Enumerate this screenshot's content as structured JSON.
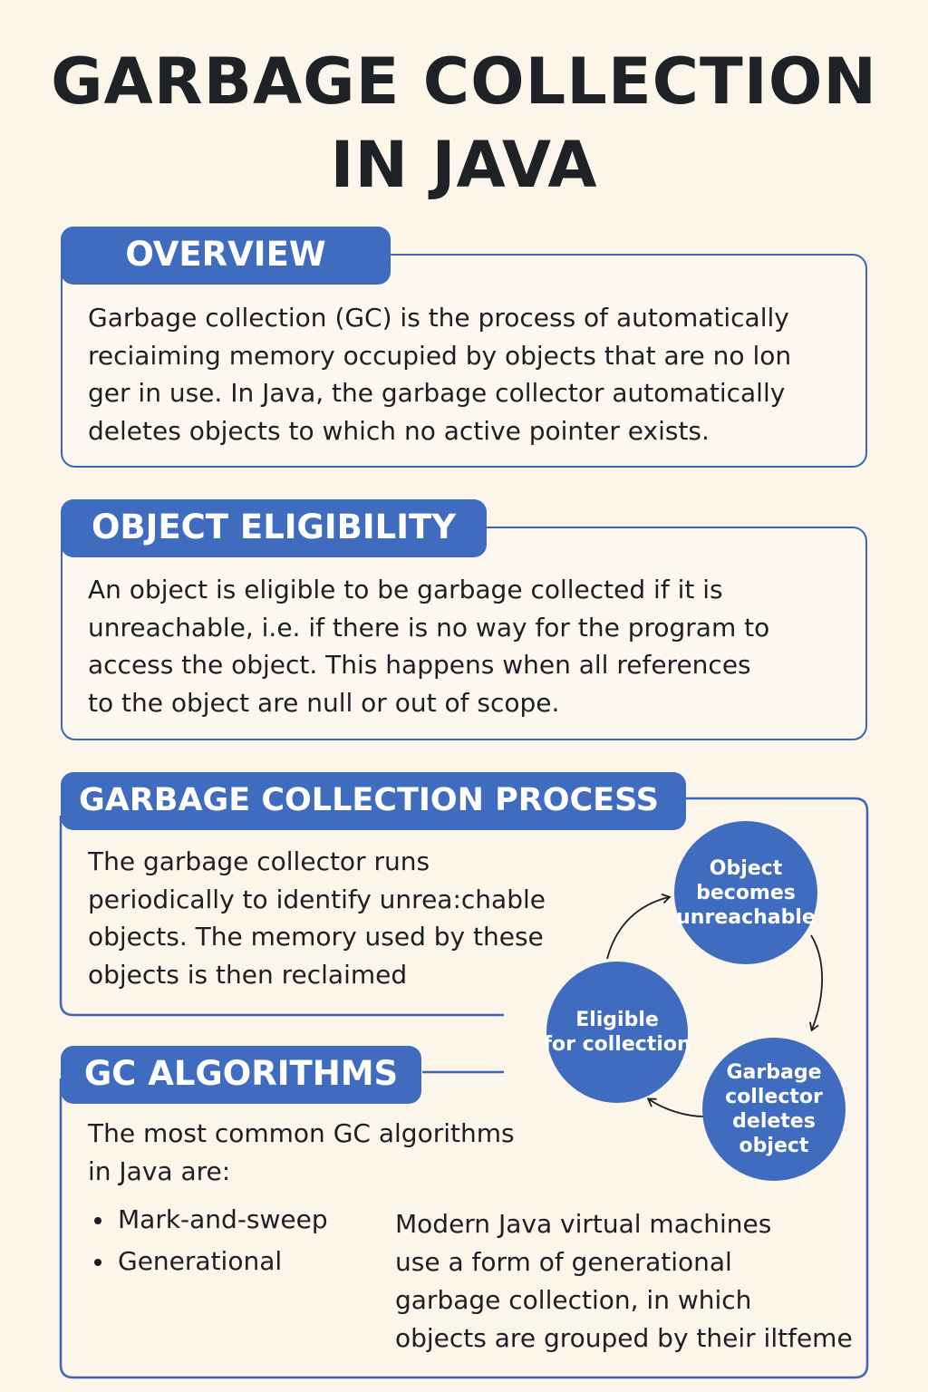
{
  "title": {
    "line1": "GARBAGE COLLECTION",
    "line2": "IN JAVA"
  },
  "overview": {
    "heading": "OVERVIEW",
    "lines": [
      "Garbage collection (GC) is the process of automatically",
      "reciaiming memory occupied by objects that are no lon",
      "ger in use. In Java, the garbage collector automatically",
      "deletes objects to which no active pointer exists."
    ]
  },
  "eligibility": {
    "heading": "OBJECT ELIGIBILITY",
    "lines": [
      "An object is eligible to be garbage collected if it is",
      "unreachable, i.e. if there is no way for the program to",
      "access the object. This happens when all references",
      "to the object are null or out of scope."
    ]
  },
  "process": {
    "heading": "GARBAGE COLLECTION PROCESS",
    "lines": [
      "The garbage collector runs",
      "periodically to identify unrea:chable",
      "objects. The memory used by these",
      "objects is then reclaimed"
    ]
  },
  "cycle": {
    "nodes": [
      {
        "lines": [
          "Object",
          "becomes",
          "unreachable"
        ]
      },
      {
        "lines": [
          "Garbage",
          "collector",
          "deletes",
          "object"
        ]
      },
      {
        "lines": [
          "Eligible",
          "for collection"
        ]
      }
    ]
  },
  "algorithms": {
    "heading": "GC ALGORITHMS",
    "intro_lines": [
      "The most common GC algorithms",
      "in Java are:"
    ],
    "items": [
      "Mark-and-sweep",
      "Generational"
    ],
    "note_lines": [
      "Modern Java virtual machines",
      "use a form of generational",
      "garbage collection, in which",
      "objects are grouped by their iltfeme"
    ]
  },
  "colors": {
    "accent": "#3f6cbf",
    "border": "#3a67b9",
    "background": "#fbf5ea",
    "text": "#1c1f23"
  }
}
